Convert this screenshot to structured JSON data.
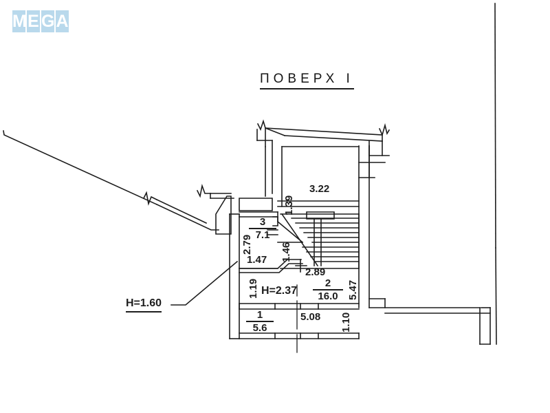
{
  "document": {
    "type": "floor-plan",
    "title": "ПОВЕРХ  I",
    "background_color": "#ffffff",
    "line_color": "#1d1d1d"
  },
  "watermark": {
    "name": "mega-watermark",
    "letters": [
      "M",
      "E",
      "G",
      "A"
    ],
    "tile_color": "#b9d9ec",
    "text_color": "#ffffff"
  },
  "annotations": {
    "height_exterior": "H=1.60",
    "height_interior": "H=2.37"
  },
  "dimensions": {
    "top_width": "3.22",
    "top_left_vertical": "1.39",
    "room3_vertical": "2.79",
    "room3_horizontal": "1.47",
    "stair_vertical": "1.46",
    "stair_horizontal": "2.89",
    "corridor_vertical": "1.19",
    "room2_vertical": "5.47",
    "room1_horizontal": "5.08",
    "room1_vertical": "1.10"
  },
  "rooms": [
    {
      "id": "room-1",
      "number": "1",
      "area": "5.6"
    },
    {
      "id": "room-2",
      "number": "2",
      "area": "16.0"
    },
    {
      "id": "room-3",
      "number": "3",
      "area": "7.1"
    }
  ]
}
